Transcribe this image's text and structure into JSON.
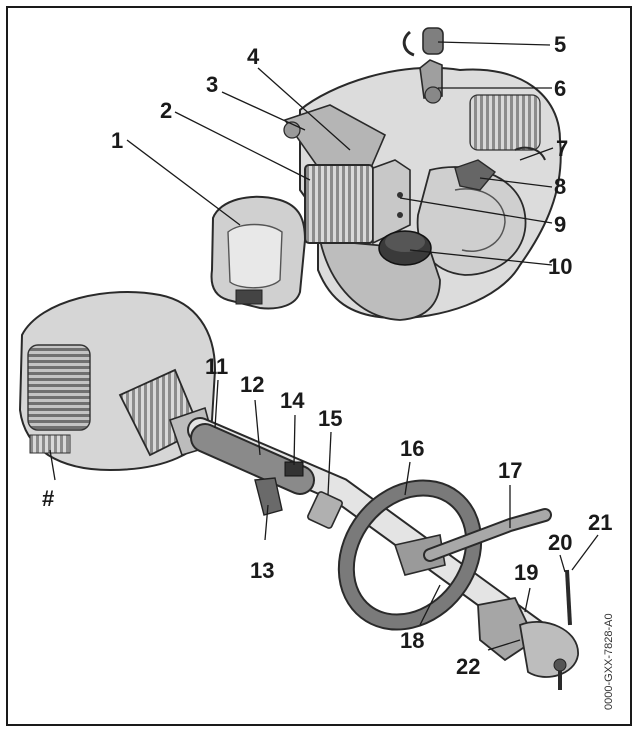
{
  "labels": {
    "l1": "1",
    "l2": "2",
    "l3": "3",
    "l4": "4",
    "l5": "5",
    "l6": "6",
    "l7": "7",
    "l8": "8",
    "l9": "9",
    "l10": "10",
    "l11": "11",
    "l12": "12",
    "l13": "13",
    "l14": "14",
    "l15": "15",
    "l16": "16",
    "l17": "17",
    "l18": "18",
    "l19": "19",
    "l20": "20",
    "l21": "21",
    "l22": "22",
    "hash": "#"
  },
  "figure_code": "0000-GXX-7828-A0"
}
